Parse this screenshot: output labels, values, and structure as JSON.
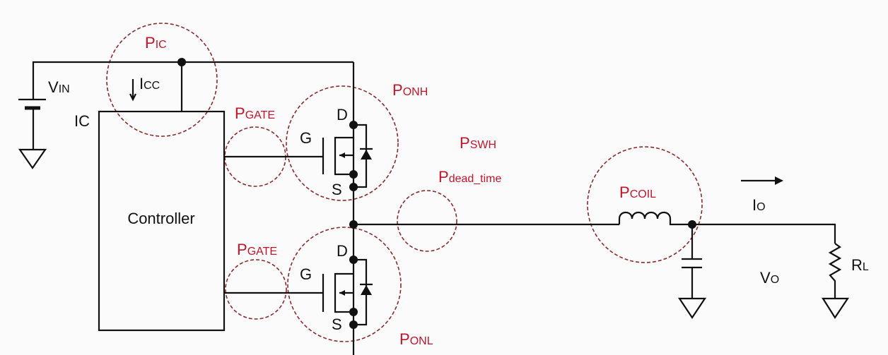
{
  "labels": {
    "p_ic": {
      "main": "P",
      "sub": "IC"
    },
    "p_gate_high": {
      "main": "P",
      "sub": "GATE"
    },
    "p_gate_low": {
      "main": "P",
      "sub": "GATE"
    },
    "p_onh": {
      "main": "P",
      "sub": "ONH"
    },
    "p_onl": {
      "main": "P",
      "sub": "ONL"
    },
    "p_swh": {
      "main": "P",
      "sub": "SWH"
    },
    "p_dead_time": {
      "main": "P",
      "sub": "dead_time"
    },
    "p_coil": {
      "main": "P",
      "sub": "COIL"
    }
  },
  "circuit": {
    "vin": {
      "main": "V",
      "sub": "IN"
    },
    "icc": {
      "main": "I",
      "sub": "CC"
    },
    "ic": "IC",
    "controller": "Controller",
    "high_side": {
      "d": "D",
      "g": "G",
      "s": "S"
    },
    "low_side": {
      "d": "D",
      "g": "G",
      "s": "S"
    },
    "io": {
      "main": "I",
      "sub": "O"
    },
    "vo": {
      "main": "V",
      "sub": "O"
    },
    "rl": {
      "main": "R",
      "sub": "L"
    }
  },
  "colors": {
    "loss_label": "#c0142a",
    "coil_highlight": "#fcebc8",
    "dash_circle": "#8a2a2a"
  }
}
